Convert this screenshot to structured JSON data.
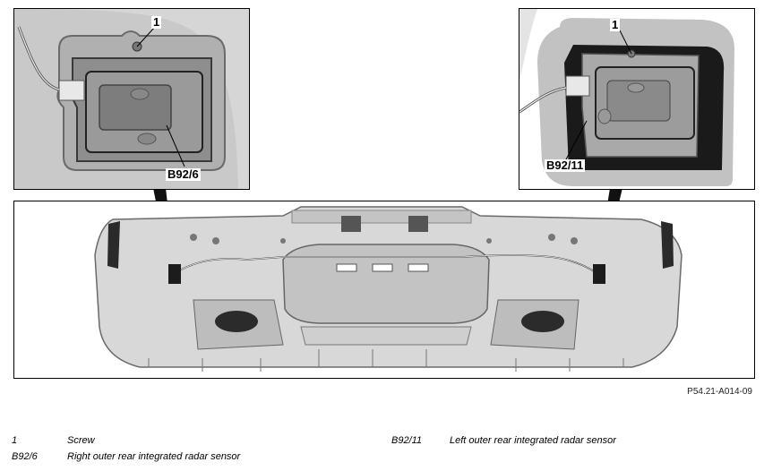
{
  "callouts": {
    "left_screw": "1",
    "left_sensor": "B92/6",
    "right_screw": "1",
    "right_sensor": "B92/11"
  },
  "figure_id": "P54.21-A014-09",
  "legend": [
    {
      "key": "1",
      "text": "Screw"
    },
    {
      "key": "B92/6",
      "text": "Right outer rear integrated radar sensor"
    },
    {
      "key": "B92/11",
      "text": "Left outer rear integrated radar sensor"
    }
  ]
}
